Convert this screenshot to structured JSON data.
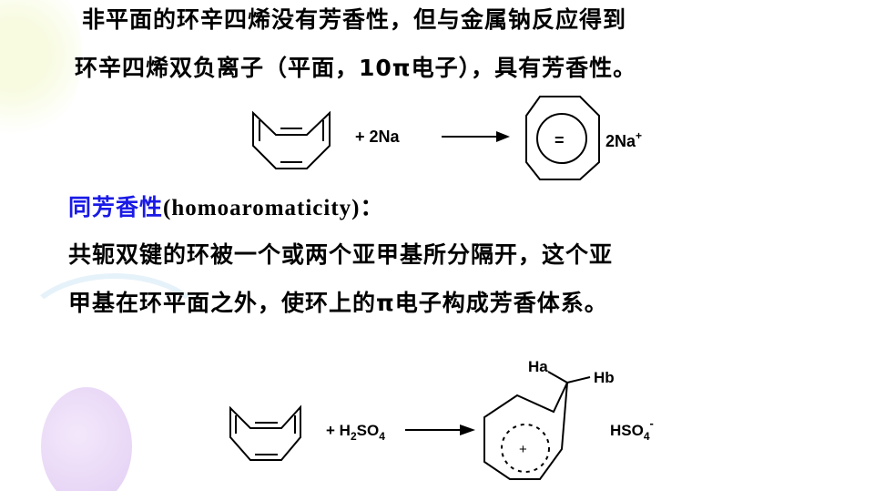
{
  "paragraph1": {
    "line1": "非平面的环辛四烯没有芳香性，但与金属钠反应得到",
    "line2": "环辛四烯双负离子（平面，10π电子），具有芳香性。"
  },
  "reaction1": {
    "reagent": "+ 2Na",
    "charge": "=",
    "counterion": "2Na",
    "counterion_sup": "+"
  },
  "section": {
    "heading_cn": "同芳香性",
    "heading_en": "(homoaromaticity)：",
    "line1": "共轭双键的环被一个或两个亚甲基所分隔开，这个亚",
    "line2": "甲基在环平面之外，使环上的π电子构成芳香体系。"
  },
  "reaction2": {
    "reagent_prefix": "+ H",
    "reagent_sub1": "2",
    "reagent_mid": "SO",
    "reagent_sub2": "4",
    "ha": "Ha",
    "hb": "Hb",
    "charge": "+",
    "anion": "HSO",
    "anion_sub": "4",
    "anion_sup": "-"
  }
}
